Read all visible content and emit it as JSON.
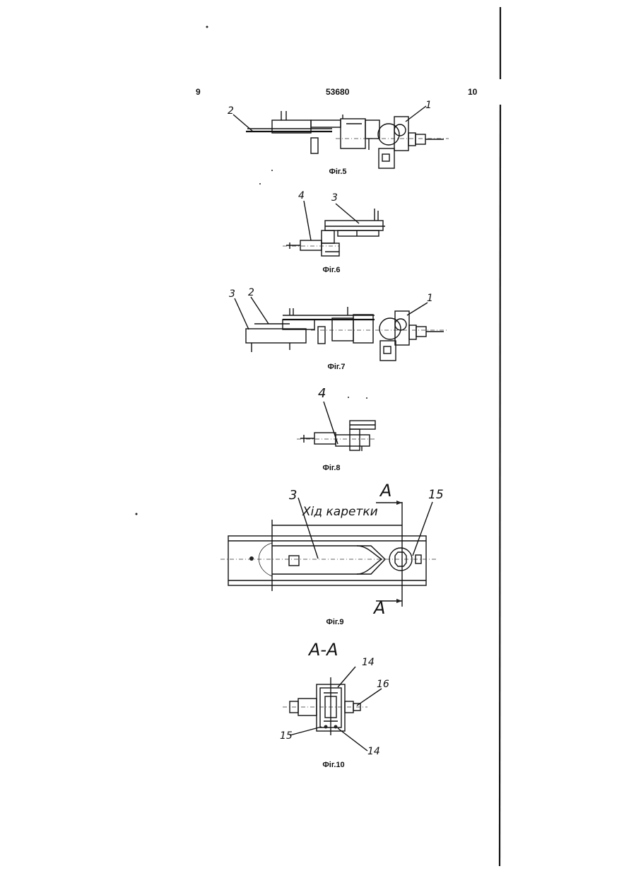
{
  "header": {
    "page_left": "9",
    "patent_number": "53680",
    "page_right": "10"
  },
  "figures": [
    {
      "caption": "Фіг.5",
      "labels": [
        "2",
        "1"
      ]
    },
    {
      "caption": "Фіг.6",
      "labels": [
        "4",
        "3"
      ]
    },
    {
      "caption": "Фіг.7",
      "labels": [
        "3",
        "2",
        "1"
      ]
    },
    {
      "caption": "Фіг.8",
      "labels": [
        "4"
      ]
    },
    {
      "caption": "Фіг.9",
      "labels": [
        "3",
        "Хід каретки",
        "А",
        "15",
        "А"
      ]
    },
    {
      "caption": "Фіг.10",
      "section_title": "А-А",
      "labels": [
        "14",
        "16",
        "15",
        "14"
      ]
    }
  ]
}
